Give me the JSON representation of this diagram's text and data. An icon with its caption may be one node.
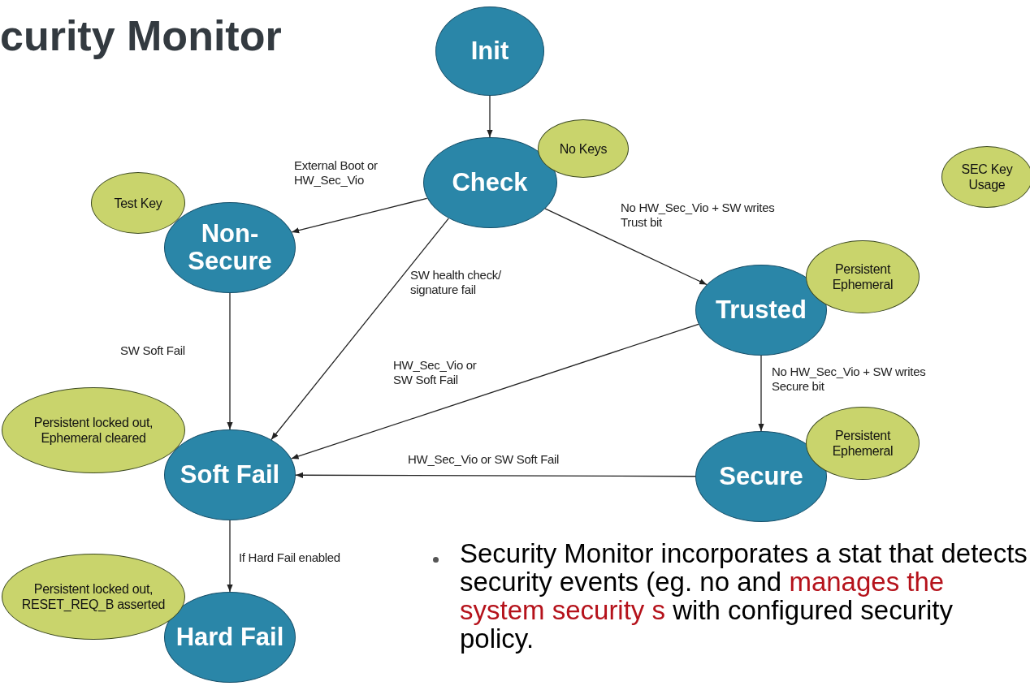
{
  "diagram": {
    "title": "curity Monitor",
    "nodes": [
      {
        "text": [
          "Init"
        ]
      },
      {
        "text": [
          "Check"
        ]
      },
      {
        "text": [
          "No Keys"
        ]
      },
      {
        "text": [
          "Non- Secure"
        ]
      },
      {
        "text": [
          "Test Key"
        ]
      },
      {
        "text": [
          "Trusted"
        ]
      },
      {
        "text": [
          "Persistent Ephemeral"
        ]
      },
      {
        "text": [
          "SEC Key Usage"
        ]
      },
      {
        "text": [
          "Soft Fail"
        ]
      },
      {
        "text": [
          "Persistent locked out, Ephemeral cleared"
        ]
      },
      {
        "text": [
          "Secure"
        ]
      },
      {
        "text": [
          "Persistent Ephemeral"
        ]
      },
      {
        "text": [
          "Hard Fail"
        ]
      },
      {
        "text": [
          "Persistent locked out, RESET_REQ_B asserted"
        ]
      }
    ],
    "edges": [
      {
        "from": 0,
        "to": 1,
        "arrow": "to"
      },
      {
        "from": 1,
        "to": 3,
        "arrow": "to",
        "label": "External Boot or HW_Sec_Vio"
      },
      {
        "from": 1,
        "to": 5,
        "arrow": "to",
        "label": "No HW_Sec_Vio + SW writes Trust bit"
      },
      {
        "from": 1,
        "to": 8,
        "arrow": "to",
        "label": "SW health check/ signature fail"
      },
      {
        "from": 3,
        "to": 8,
        "arrow": "to",
        "label": "SW Soft Fail"
      },
      {
        "from": 5,
        "to": 8,
        "arrow": "to",
        "label": "HW_Sec_Vio or SW Soft Fail"
      },
      {
        "from": 5,
        "to": 10,
        "arrow": "to",
        "label": "No HW_Sec_Vio + SW writes Secure bit"
      },
      {
        "from": 10,
        "to": 8,
        "arrow": "to",
        "label": "HW_Sec_Vio or SW Soft Fail"
      },
      {
        "from": 8,
        "to": 12,
        "arrow": "to",
        "label": "If Hard Fail enabled"
      }
    ],
    "labels": [
      "Security Monitor incorporates a stat that detects security events (eg. no and",
      "manages the system security s",
      "with configured security policy."
    ]
  }
}
